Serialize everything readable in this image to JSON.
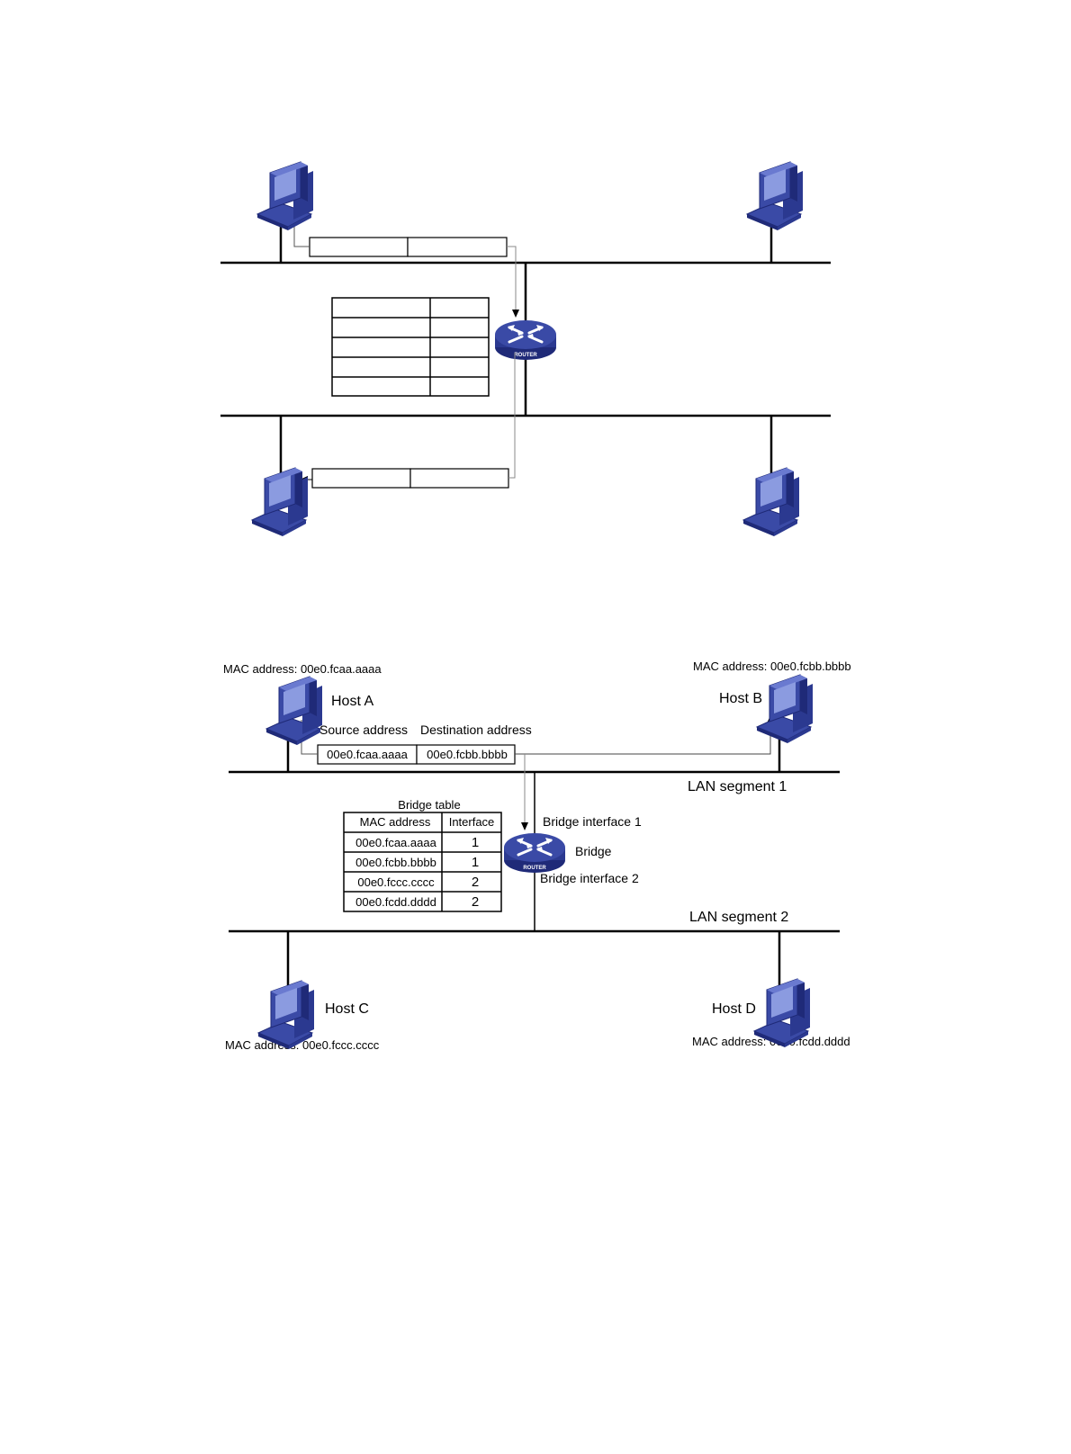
{
  "colors": {
    "device_blue": "#3a4aa6",
    "device_dark": "#1f2a78",
    "device_light": "#8b9be0",
    "line": "#000000",
    "arrow_gray": "#888888"
  },
  "icons": {
    "host": "computer-icon",
    "bridge": "router-icon"
  },
  "top_figure": {
    "router_caption": "ROUTER"
  },
  "bottom_figure": {
    "host_a": {
      "label": "Host A",
      "mac": "MAC address: 00e0.fcaa.aaaa"
    },
    "host_b": {
      "label": "Host B",
      "mac": "MAC address: 00e0.fcbb.bbbb"
    },
    "host_c": {
      "label": "Host C",
      "mac": "MAC address: 00e0.fccc.cccc"
    },
    "host_d": {
      "label": "Host D",
      "mac": "MAC address: 00e0.fcdd.dddd"
    },
    "frame": {
      "source_header": "Source address",
      "destination_header": "Destination address",
      "source_value": "00e0.fcaa.aaaa",
      "destination_value": "00e0.fcbb.bbbb"
    },
    "segment_1": "LAN segment 1",
    "segment_2": "LAN segment 2",
    "bridge_label": "Bridge",
    "bridge_interface_1": "Bridge interface 1",
    "bridge_interface_2": "Bridge interface 2",
    "router_caption": "ROUTER",
    "bridge_table": {
      "title": "Bridge table",
      "headers": [
        "MAC address",
        "Interface"
      ],
      "rows": [
        [
          "00e0.fcaa.aaaa",
          "1"
        ],
        [
          "00e0.fcbb.bbbb",
          "1"
        ],
        [
          "00e0.fccc.cccc",
          "2"
        ],
        [
          "00e0.fcdd.dddd",
          "2"
        ]
      ]
    }
  }
}
